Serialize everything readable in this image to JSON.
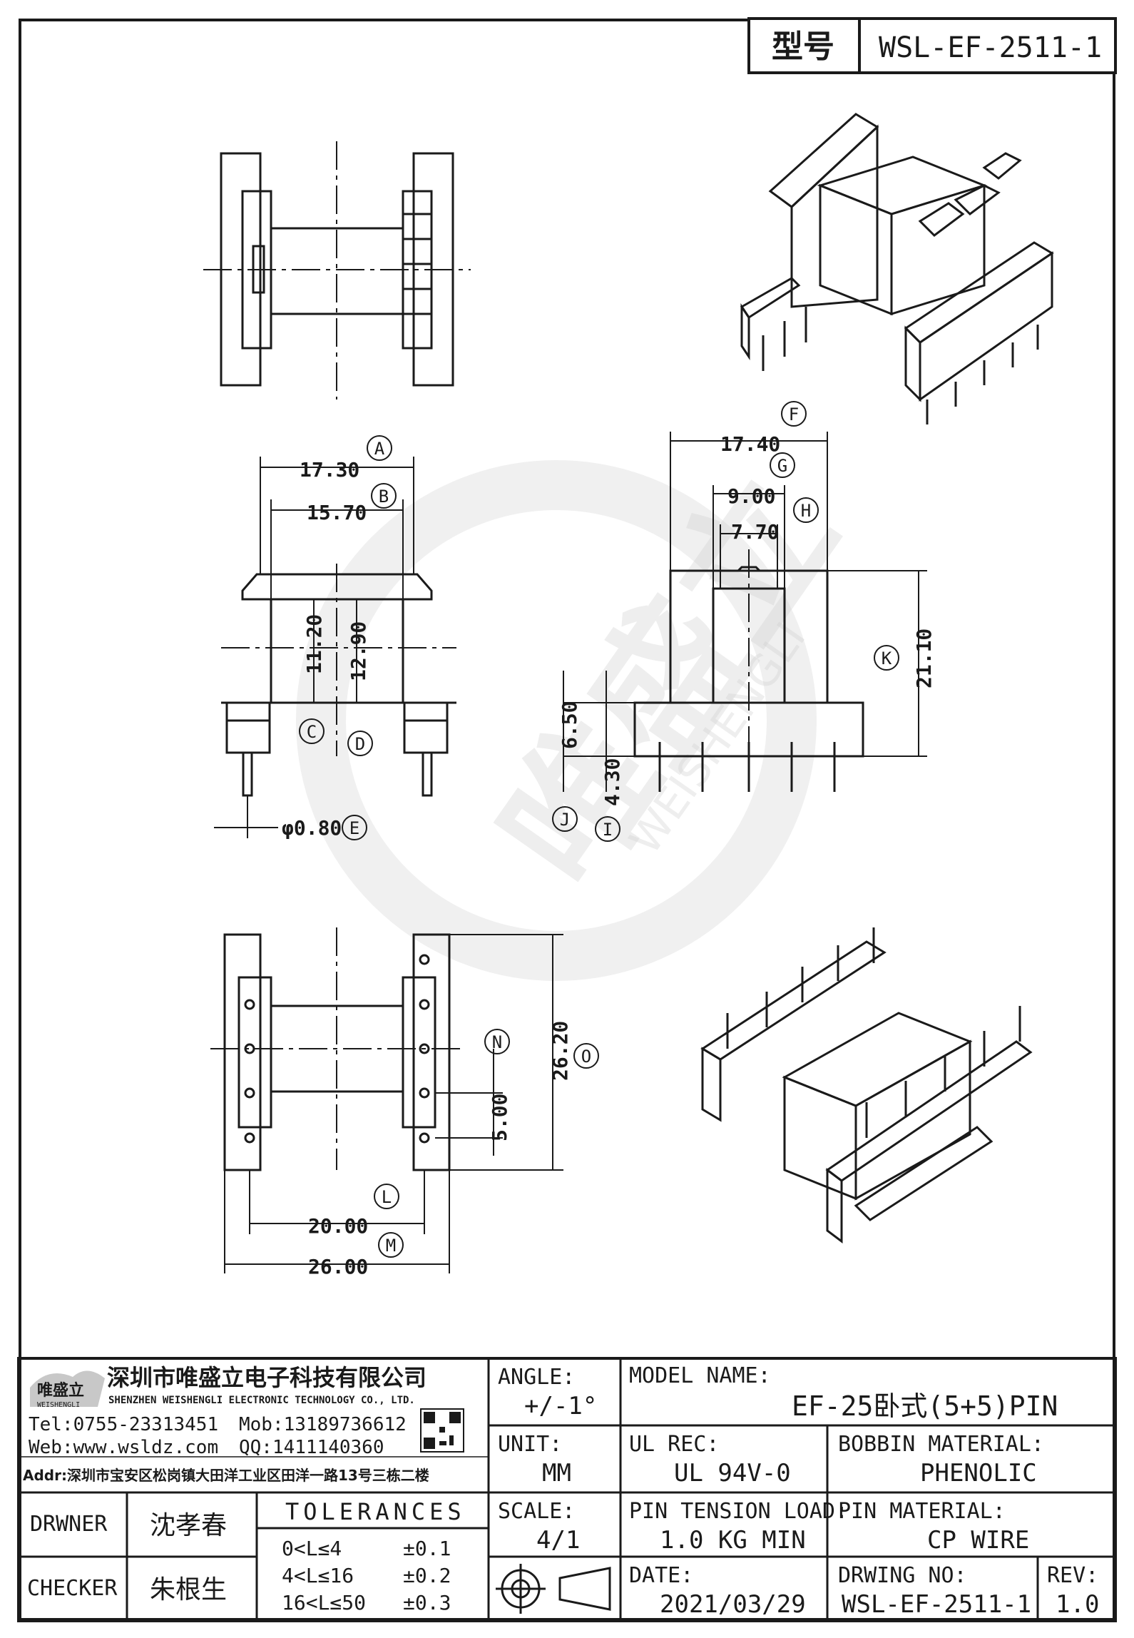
{
  "header": {
    "type_label": "型号",
    "model_code": "WSL-EF-2511-1"
  },
  "dimensions": {
    "A": {
      "letter": "A",
      "value": "17.30"
    },
    "B": {
      "letter": "B",
      "value": "15.70"
    },
    "C": {
      "letter": "C"
    },
    "D": {
      "letter": "D"
    },
    "E": {
      "letter": "E",
      "value": "φ0.80"
    },
    "F": {
      "letter": "F",
      "value": "17.40"
    },
    "G": {
      "letter": "G",
      "value": "9.00"
    },
    "H": {
      "letter": "H",
      "value": "7.70"
    },
    "I": {
      "letter": "I",
      "value": "4.30"
    },
    "J": {
      "letter": "J",
      "value": "6.50"
    },
    "K": {
      "letter": "K",
      "value": "21.10"
    },
    "L": {
      "letter": "L",
      "value": "20.00"
    },
    "M": {
      "letter": "M",
      "value": "26.00"
    },
    "N": {
      "letter": "N",
      "value": "5.00"
    },
    "O": {
      "letter": "O",
      "value": "26.20"
    },
    "v1120": {
      "value": "11.20"
    },
    "v1290": {
      "value": "12.90"
    }
  },
  "watermark": {
    "text": "唯盛立",
    "sub": "WEISHENGLI"
  },
  "company": {
    "logo_text": "唯盛立",
    "logo_sub": "WEISHENGLI",
    "name_cn": "深圳市唯盛立电子科技有限公司",
    "name_en": "SHENZHEN WEISHENGLI ELECTRONIC TECHNOLOGY CO., LTD.",
    "tel": "Tel:0755-23313451",
    "mob": "Mob:13189736612",
    "web": "Web:www.wsldz.com",
    "qq": "QQ:1411140360",
    "addr": "Addr:深圳市宝安区松岗镇大田洋工业区田洋一路13号三栋二楼"
  },
  "title_block": {
    "angle_label": "ANGLE:",
    "angle_value": "+/-1°",
    "model_label": "MODEL NAME:",
    "model_value": "EF-25卧式(5+5)PIN",
    "unit_label": "UNIT:",
    "unit_value": "MM",
    "ul_label": "UL REC:",
    "ul_value": "UL 94V-0",
    "bobbin_label": "BOBBIN MATERIAL:",
    "bobbin_value": "PHENOLIC",
    "scale_label": "SCALE:",
    "scale_value": "4/1",
    "tension_label": "PIN TENSION LOAD:",
    "tension_value": "1.0 KG MIN",
    "pinmat_label": "PIN MATERIAL:",
    "pinmat_value": "CP WIRE",
    "date_label": "DATE:",
    "date_value": "2021/03/29",
    "drwno_label": "DRWING NO:",
    "drwno_value": "WSL-EF-2511-1",
    "rev_label": "REV:",
    "rev_value": "1.0",
    "drawner_label": "DRWNER",
    "drawner_value": "沈孝春",
    "checker_label": "CHECKER",
    "checker_value": "朱根生",
    "tolerances_label": "TOLERANCES",
    "tol_rows": [
      {
        "range": "0<L≤4",
        "tol": "±0.1"
      },
      {
        "range": "4<L≤16",
        "tol": "±0.2"
      },
      {
        "range": "16<L≤50",
        "tol": "±0.3"
      }
    ]
  }
}
